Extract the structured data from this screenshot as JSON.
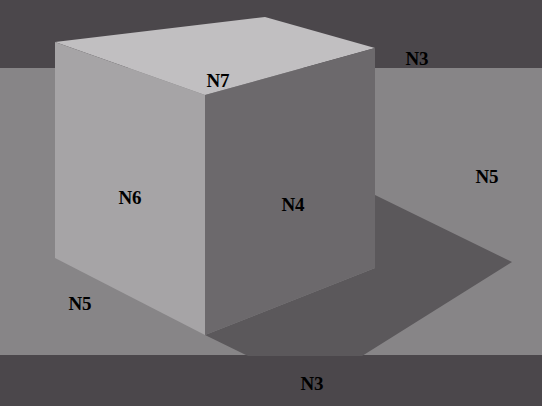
{
  "diagram": {
    "labels": [
      "N7",
      "N3",
      "N6",
      "N4",
      "N5",
      "N5",
      "N3"
    ]
  }
}
